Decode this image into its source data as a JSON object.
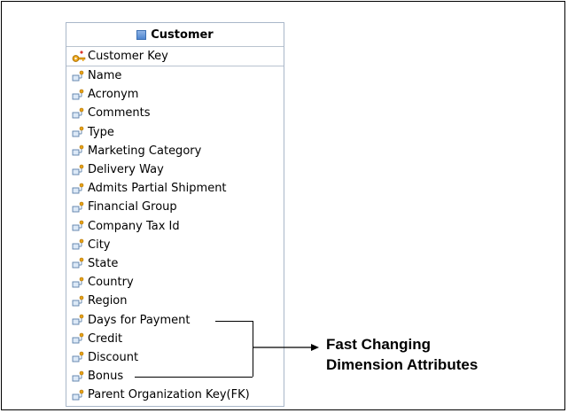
{
  "entity": {
    "title": "Customer",
    "primary_key": "Customer Key",
    "attributes": [
      "Name",
      "Acronym",
      "Comments",
      "Type",
      "Marketing Category",
      "Delivery Way",
      "Admits Partial Shipment",
      "Financial Group",
      "Company Tax Id",
      "City",
      "State",
      "Country",
      "Region",
      "Days for Payment",
      "Credit",
      "Discount",
      "Bonus",
      "Parent Organization Key(FK)"
    ]
  },
  "callout": {
    "line1": "Fast Changing",
    "line2": "Dimension Attributes"
  },
  "colors": {
    "entity_border": "#a9b7c9",
    "table_icon": "#4f86cf",
    "key_icon": "#e8a317"
  }
}
